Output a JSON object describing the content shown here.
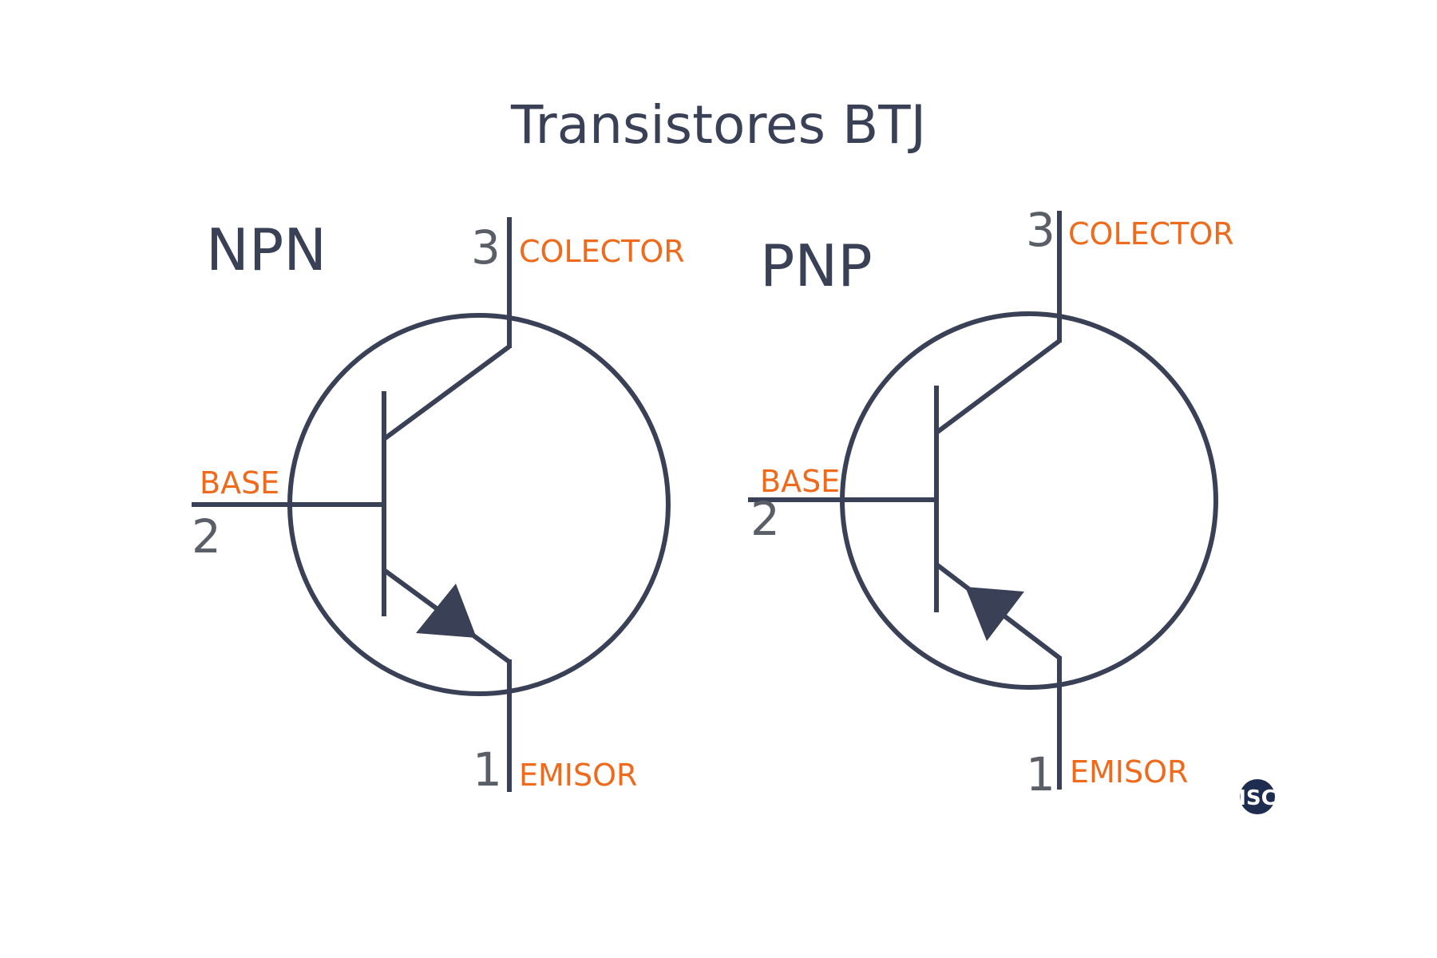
{
  "title": "Transistores BTJ",
  "npn": {
    "type_label": "NPN",
    "base_label": "BASE",
    "base_number": "2",
    "collector_label": "COLECTOR",
    "collector_number": "3",
    "emitter_label": "EMISOR",
    "emitter_number": "1"
  },
  "pnp": {
    "type_label": "PNP",
    "base_label": "BASE",
    "base_number": "2",
    "collector_label": "COLECTOR",
    "collector_number": "3",
    "emitter_label": "EMISOR",
    "emitter_number": "1"
  },
  "badge": {
    "text": "ISC"
  },
  "colors": {
    "line": "#3a4157",
    "pin_label": "#ee6a1c",
    "number": "#5a5e66",
    "title": "#3a4157"
  }
}
